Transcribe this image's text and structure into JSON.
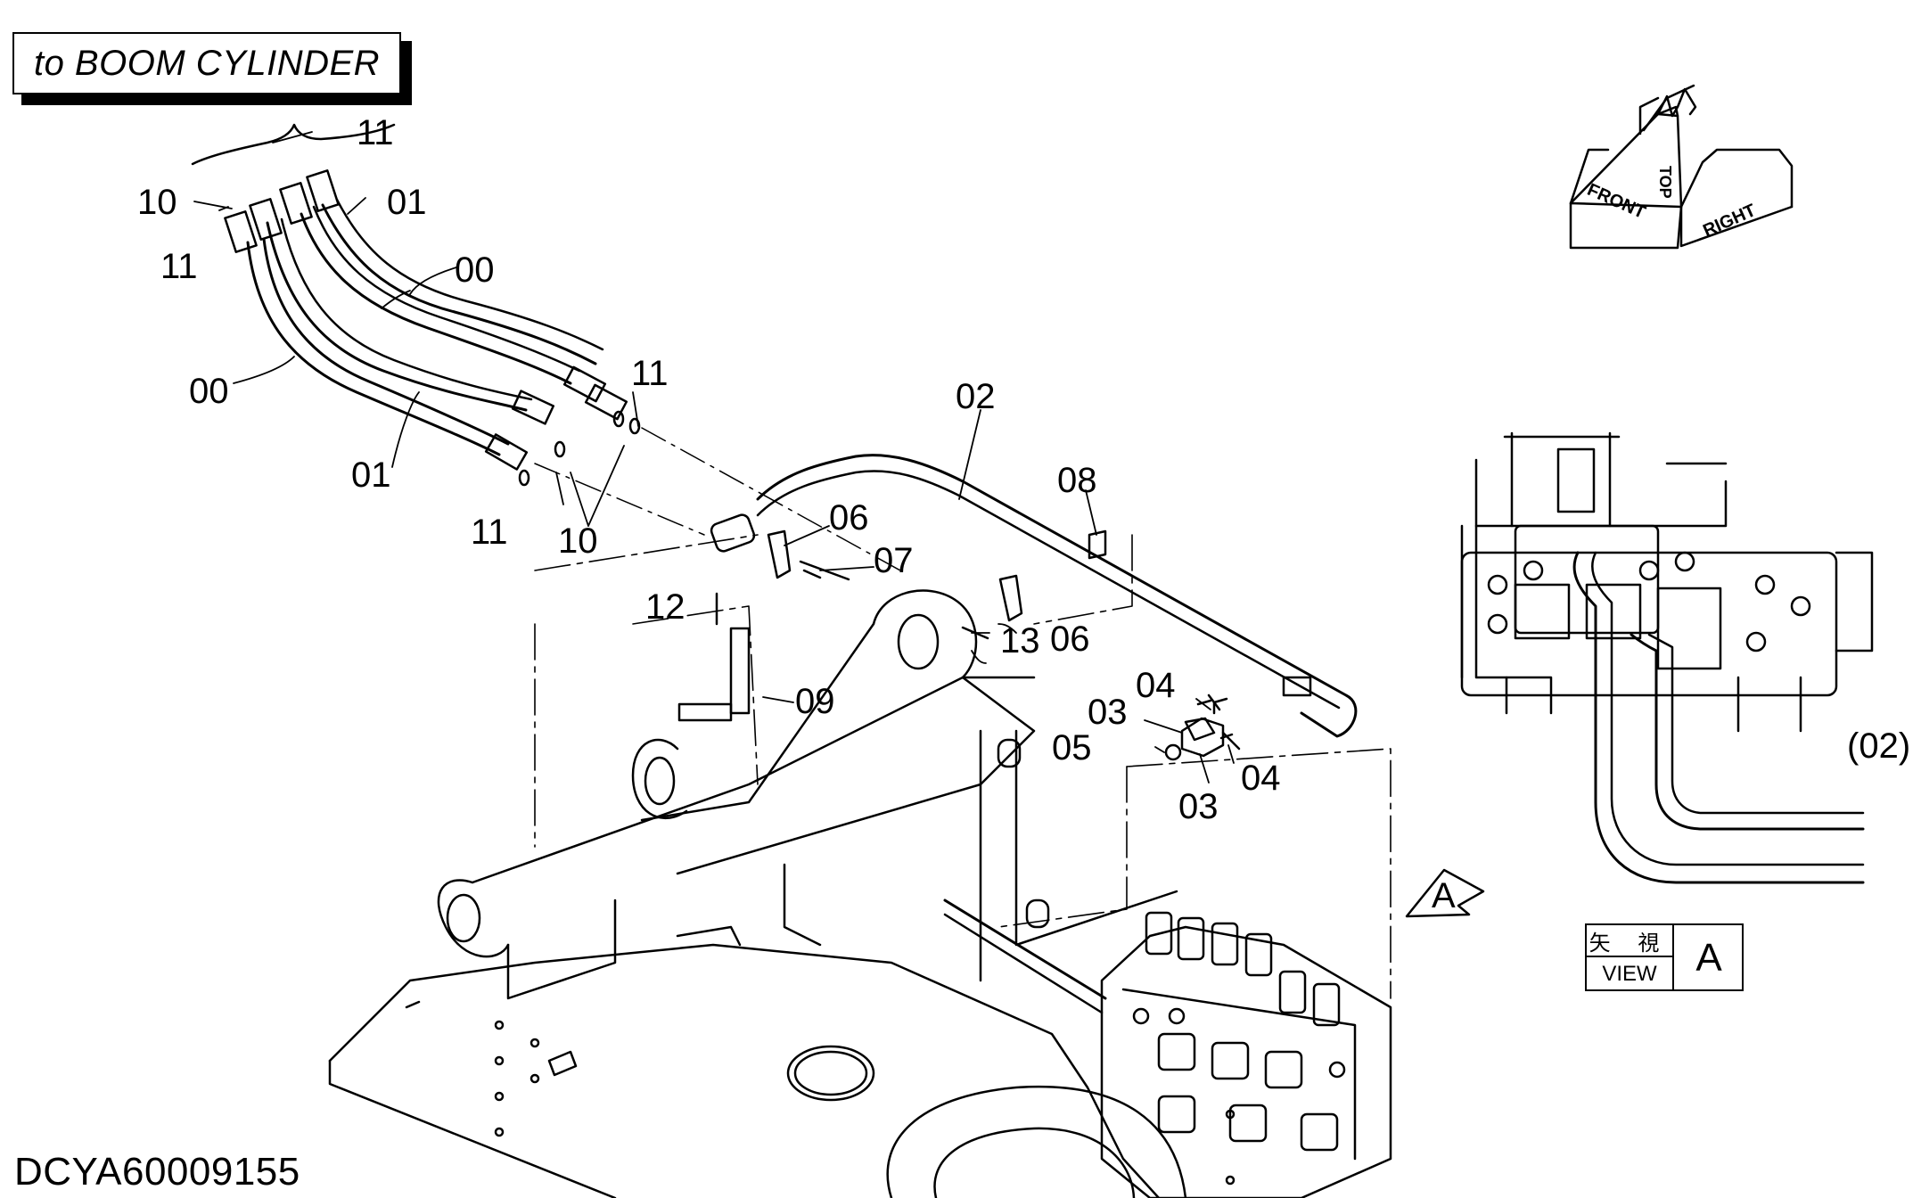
{
  "title": "to BOOM CYLINDER",
  "document_id": "DCYA60009155",
  "view_label": {
    "jp": "矢 視",
    "view": "VIEW",
    "letter": "A"
  },
  "view_marker": "A",
  "detail_ref": "(02)",
  "orientation": {
    "front": "FRONT",
    "top": "TOP",
    "right": "RIGHT"
  },
  "callouts": {
    "c00a": "00",
    "c00b": "00",
    "c01a": "01",
    "c01b": "01",
    "c02": "02",
    "c03a": "03",
    "c03b": "03",
    "c04a": "04",
    "c04b": "04",
    "c05": "05",
    "c06a": "06",
    "c06b": "06",
    "c07": "07",
    "c08": "08",
    "c09": "09",
    "c10a": "10",
    "c10b": "10",
    "c11a": "11",
    "c11b": "11",
    "c11c": "11",
    "c11d": "11",
    "c12": "12",
    "c13": "13"
  }
}
